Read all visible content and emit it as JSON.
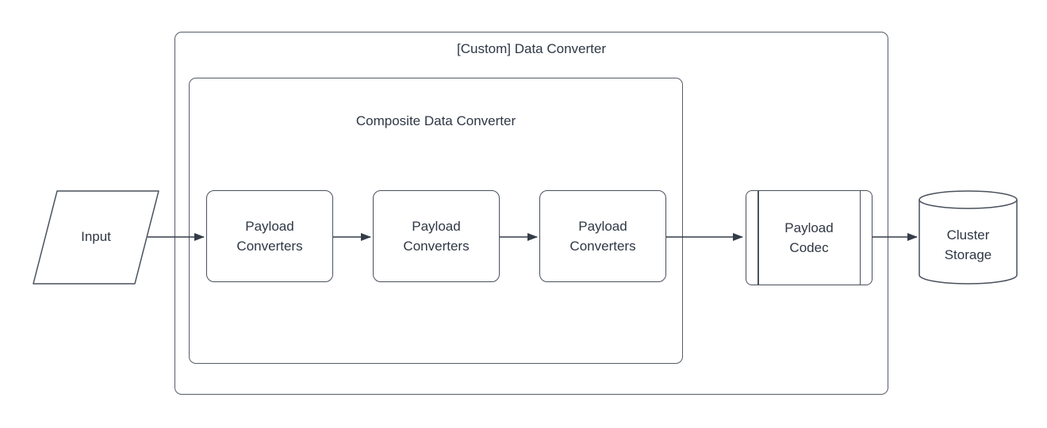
{
  "diagram": {
    "outer_group": {
      "label": "[Custom] Data Converter"
    },
    "inner_group": {
      "label": "Composite Data Converter"
    },
    "input_node": {
      "label": "Input",
      "shape": "parallelogram"
    },
    "converter_nodes": [
      {
        "label": "Payload\nConverters"
      },
      {
        "label": "Payload\nConverters"
      },
      {
        "label": "Payload\nConverters"
      }
    ],
    "codec_node": {
      "label": "Payload\nCodec",
      "shape": "predefined-process"
    },
    "storage_node": {
      "label": "Cluster\nStorage",
      "shape": "cylinder"
    },
    "flow_order": [
      "Input",
      "Payload Converters",
      "Payload Converters",
      "Payload Converters",
      "Payload Codec",
      "Cluster Storage"
    ],
    "colors": {
      "background": "#ffffff",
      "shape_stroke": "#49515c",
      "group_stroke": "#565d68",
      "arrow": "#343c48",
      "text": "#2e3744"
    }
  }
}
